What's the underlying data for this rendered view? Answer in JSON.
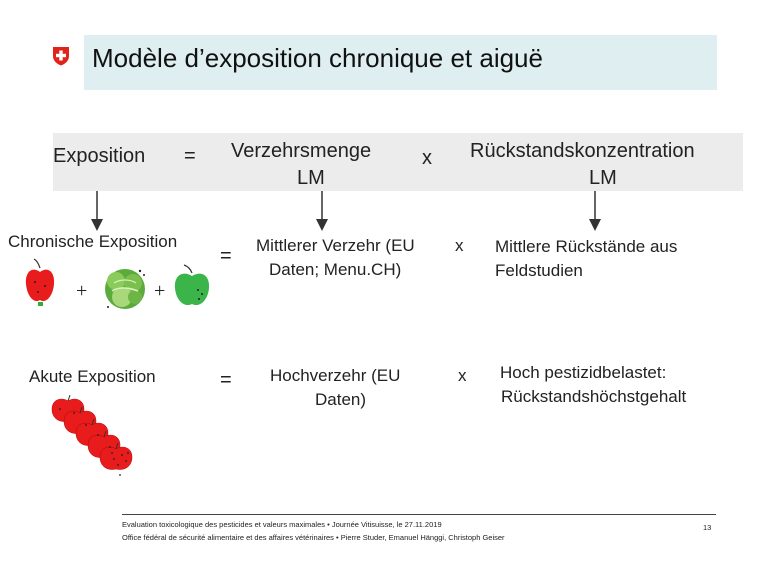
{
  "title": "Modèle d’exposition chronique et aiguë",
  "colors": {
    "title_bg": "#dfeff1",
    "header_bg": "#ececec",
    "flag_red": "#e2231a",
    "apple_red": "#e81c1c",
    "apple_green": "#3bb54a"
  },
  "icons": {
    "flag": "swiss-flag-icon",
    "red_apple": "red-apple-icon",
    "lettuce": "lettuce-icon",
    "green_apple": "green-apple-icon",
    "apple_stack": "apple-stack-icon"
  },
  "formula": {
    "exposition": "Exposition",
    "equals": "=",
    "verzehr": "Verzehrsmenge",
    "times": "x",
    "rueckstand": "Rückstandskonzentration",
    "lm1": "LM",
    "lm2": "LM"
  },
  "chronic": {
    "label": "Chronische Exposition",
    "equals": "=",
    "plus1": "+",
    "plus2": "+",
    "consumption_line1": "Mittlerer Verzehr (EU",
    "times": "x",
    "consumption_line2": "Daten; Menu.CH)",
    "residue_line1": "Mittlere Rückstände aus",
    "residue_line2": "Feldstudien"
  },
  "acute": {
    "label": "Akute Exposition",
    "equals": "=",
    "consumption_line1": "Hochverzehr (EU",
    "consumption_line2": "Daten)",
    "times": "x",
    "residue_line1": "Hoch pestizidbelastet:",
    "residue_line2": "Rückstandshöchstgehalt"
  },
  "footer": {
    "line1": "Evaluation toxicologique des pesticides et  valeurs maximales • Journée Vitisuisse, le 27.11.2019",
    "line2": "Office fédéral de sécurité alimentaire et des affaires vétérinaires • Pierre Studer, Emanuel Hänggi, Christoph Geiser",
    "page": "13"
  }
}
